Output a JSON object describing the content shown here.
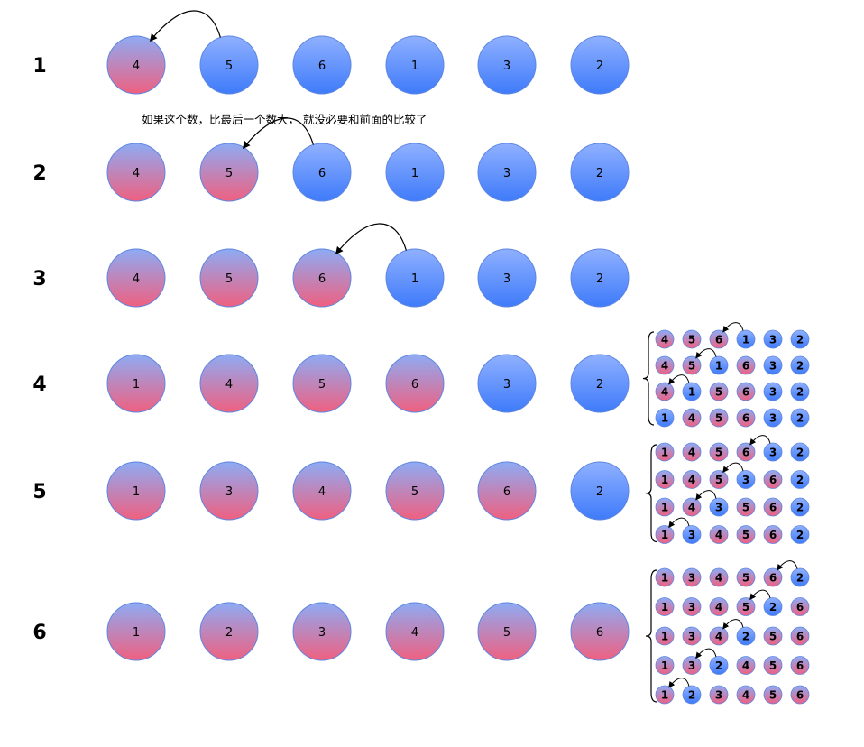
{
  "note": "如果这个数，比最后一个数大， 就没必要和前面的比较了",
  "colors": {
    "unsorted_top": "#8fb0ff",
    "unsorted_bottom": "#3f7bfa",
    "sorted_top": "#8eabf4",
    "sorted_bottom": "#ef6080",
    "stroke": "#5f86e0",
    "arrow": "#000000"
  },
  "steps": [
    {
      "label": "1",
      "values": [
        "4",
        "5",
        "6",
        "1",
        "3",
        "2"
      ],
      "sorted": 1,
      "arrow_from": 1,
      "arrow_to": 0,
      "sub": []
    },
    {
      "label": "2",
      "values": [
        "4",
        "5",
        "6",
        "1",
        "3",
        "2"
      ],
      "sorted": 2,
      "arrow_from": 2,
      "arrow_to": 1,
      "sub": []
    },
    {
      "label": "3",
      "values": [
        "4",
        "5",
        "6",
        "1",
        "3",
        "2"
      ],
      "sorted": 3,
      "arrow_from": 3,
      "arrow_to": 2,
      "sub": []
    },
    {
      "label": "4",
      "values": [
        "1",
        "4",
        "5",
        "6",
        "3",
        "2"
      ],
      "sorted": 4,
      "arrow_from": null,
      "arrow_to": null,
      "sub": [
        {
          "values": [
            "4",
            "5",
            "6",
            "1",
            "3",
            "2"
          ],
          "sorted": 3,
          "arrow_from": 3,
          "arrow_to": 2
        },
        {
          "values": [
            "4",
            "5",
            "1",
            "6",
            "3",
            "2"
          ],
          "sorted": 4,
          "blue": 2,
          "arrow_from": 2,
          "arrow_to": 1
        },
        {
          "values": [
            "4",
            "1",
            "5",
            "6",
            "3",
            "2"
          ],
          "sorted": 4,
          "blue": 1,
          "arrow_from": 1,
          "arrow_to": 0
        },
        {
          "values": [
            "1",
            "4",
            "5",
            "6",
            "3",
            "2"
          ],
          "sorted": 4,
          "blue": 0,
          "arrow_from": null,
          "arrow_to": null
        }
      ]
    },
    {
      "label": "5",
      "values": [
        "1",
        "3",
        "4",
        "5",
        "6",
        "2"
      ],
      "sorted": 5,
      "arrow_from": null,
      "arrow_to": null,
      "sub": [
        {
          "values": [
            "1",
            "4",
            "5",
            "6",
            "3",
            "2"
          ],
          "sorted": 4,
          "arrow_from": 4,
          "arrow_to": 3
        },
        {
          "values": [
            "1",
            "4",
            "5",
            "3",
            "6",
            "2"
          ],
          "sorted": 5,
          "blue": 3,
          "arrow_from": 3,
          "arrow_to": 2
        },
        {
          "values": [
            "1",
            "4",
            "3",
            "5",
            "6",
            "2"
          ],
          "sorted": 5,
          "blue": 2,
          "arrow_from": 2,
          "arrow_to": 1
        },
        {
          "values": [
            "1",
            "3",
            "4",
            "5",
            "6",
            "2"
          ],
          "sorted": 5,
          "blue": 1,
          "arrow_from": 1,
          "arrow_to": 0
        }
      ]
    },
    {
      "label": "6",
      "values": [
        "1",
        "2",
        "3",
        "4",
        "5",
        "6"
      ],
      "sorted": 6,
      "arrow_from": null,
      "arrow_to": null,
      "sub": [
        {
          "values": [
            "1",
            "3",
            "4",
            "5",
            "6",
            "2"
          ],
          "sorted": 5,
          "arrow_from": 5,
          "arrow_to": 4
        },
        {
          "values": [
            "1",
            "3",
            "4",
            "5",
            "2",
            "6"
          ],
          "sorted": 6,
          "blue": 4,
          "arrow_from": 4,
          "arrow_to": 3
        },
        {
          "values": [
            "1",
            "3",
            "4",
            "2",
            "5",
            "6"
          ],
          "sorted": 6,
          "blue": 3,
          "arrow_from": 3,
          "arrow_to": 2
        },
        {
          "values": [
            "1",
            "3",
            "2",
            "4",
            "5",
            "6"
          ],
          "sorted": 6,
          "blue": 2,
          "arrow_from": 2,
          "arrow_to": 1
        },
        {
          "values": [
            "1",
            "2",
            "3",
            "4",
            "5",
            "6"
          ],
          "sorted": 6,
          "blue": 1,
          "arrow_from": 1,
          "arrow_to": 0
        }
      ]
    }
  ]
}
